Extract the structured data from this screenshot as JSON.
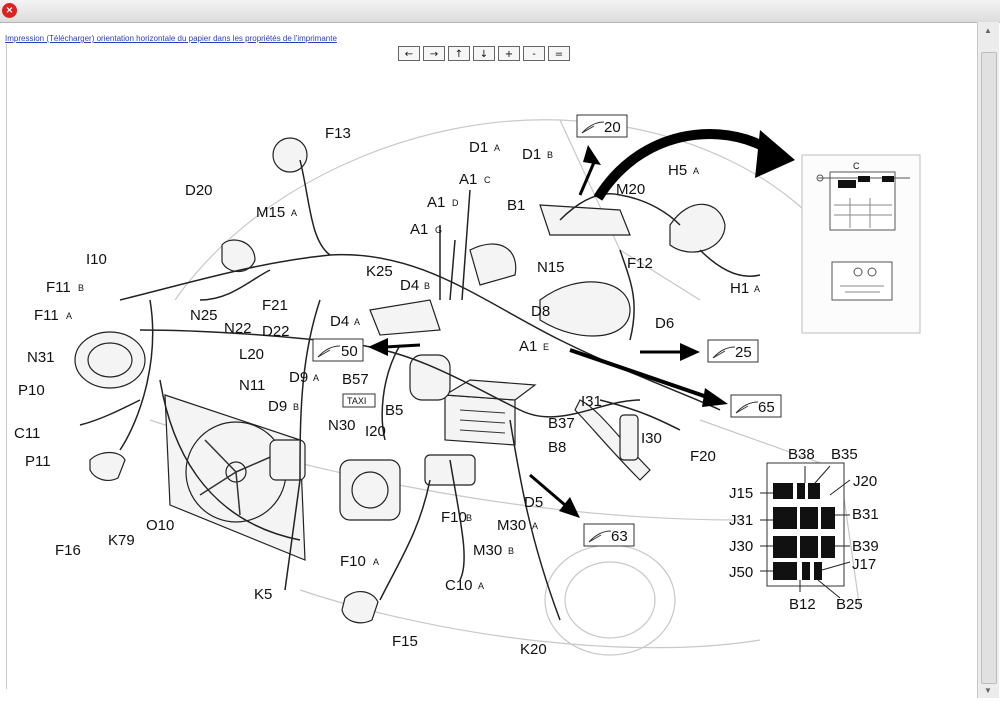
{
  "window": {
    "close_glyph": "×",
    "link_text": "Impression (Télécharger) orientation horizontale du papier dans les propriétés de l'imprimante"
  },
  "nav": {
    "buttons": [
      "←",
      "→",
      "↑",
      "↓",
      "+",
      "-",
      "="
    ]
  },
  "refs": {
    "r20": "20",
    "r50": "50",
    "r25": "25",
    "r65": "65",
    "r63": "63"
  },
  "labels": {
    "F13": "F13",
    "D20": "D20",
    "M15": "M15",
    "I10": "I10",
    "F11a": "F11",
    "F11b": "F11",
    "N31": "N31",
    "P10": "P10",
    "C11": "C11",
    "P11": "P11",
    "F16": "F16",
    "K79": "K79",
    "O10": "O10",
    "F21": "F21",
    "D22": "D22",
    "N25": "N25",
    "N22": "N22",
    "L20": "L20",
    "N11": "N11",
    "D9a": "D9",
    "D9b": "D9",
    "K25": "K25",
    "D4a": "D4",
    "D4b": "D4",
    "A1a": "A1",
    "A1b": "A1",
    "A1c": "A1",
    "A1d": "A1",
    "D1a": "D1",
    "D1b": "D1",
    "B1": "B1",
    "M20": "M20",
    "H5": "H5",
    "H1": "H1",
    "N15": "N15",
    "F12": "F12",
    "D8": "D8",
    "D6": "D6",
    "B57": "B57",
    "TAXI": "TAXI",
    "B5": "B5",
    "N30": "N30",
    "I20": "I20",
    "I31": "I31",
    "B37": "B37",
    "B8": "B8",
    "I30": "I30",
    "F20": "F20",
    "D5": "D5",
    "F10a": "F10",
    "F10b": "F10",
    "M30a": "M30",
    "M30b": "M30",
    "C10": "C10",
    "K5": "K5",
    "F15": "F15",
    "K20": "K20",
    "C": "C",
    "B38": "B38",
    "B35": "B35",
    "J20": "J20",
    "J15": "J15",
    "J31": "J31",
    "B31": "B31",
    "J30": "J30",
    "B39": "B39",
    "J50": "J50",
    "J17": "J17",
    "B12": "B12",
    "B25": "B25"
  },
  "subs": {
    "M15": "A",
    "F11a": "B",
    "F11b": "A",
    "D9a": "A",
    "D9b": "B",
    "D4a": "A",
    "D4b": "B",
    "A1a": "C",
    "A1b": "D",
    "A1c": "E",
    "A1d": "G",
    "D1a": "A",
    "D1b": "B",
    "H5": "A",
    "H1": "A",
    "F10a": "A",
    "F10b": "B",
    "M30a": "A",
    "M30b": "B",
    "C10": "A"
  }
}
